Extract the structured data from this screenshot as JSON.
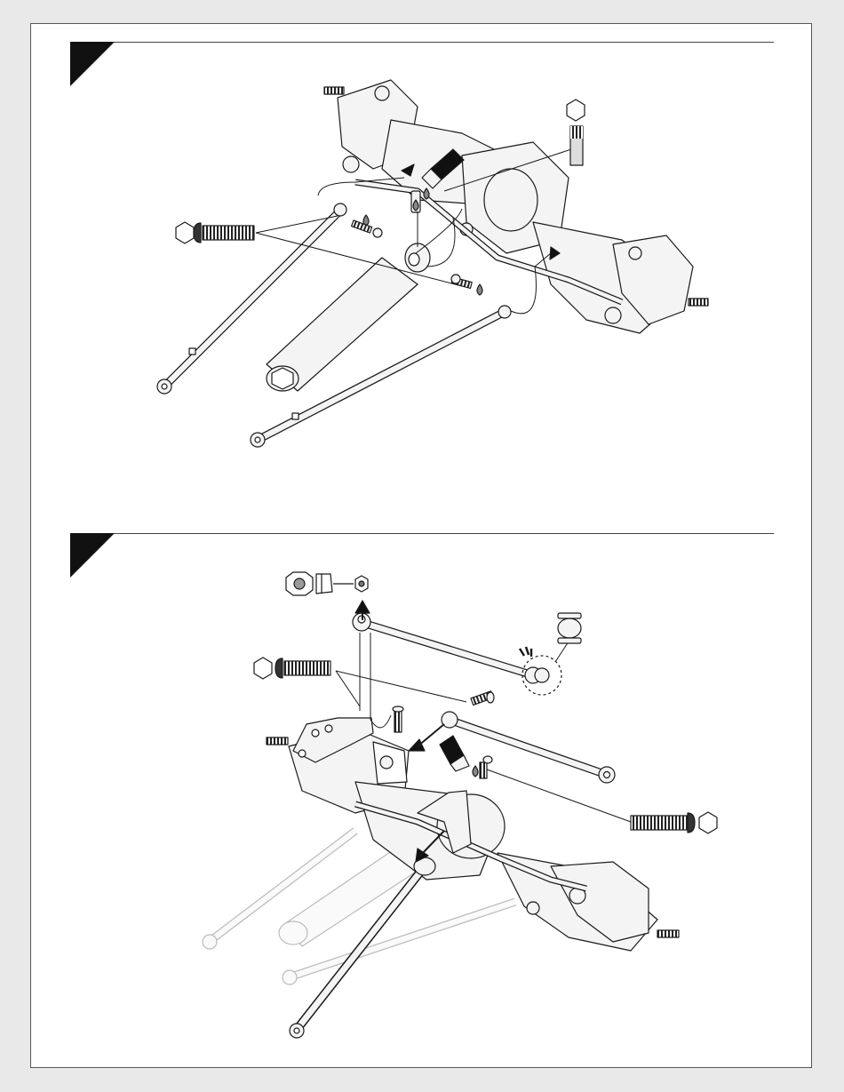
{
  "page": {
    "background": "#ffffff",
    "line_color": "#1a1a1a",
    "accent_fill": "#111111",
    "part_fill": "#f4f4f4",
    "screw_fill": "#333333"
  },
  "steps": [
    {
      "step_number": "",
      "panel": "upper-link-and-axle-assembly",
      "parts": [
        {
          "name": "set-screw-callout",
          "icon": "hex-badge-icon",
          "qty": ""
        },
        {
          "name": "button-head-screw-callout",
          "icon": "hex-badge-icon",
          "qty": ""
        }
      ],
      "threadlock": true
    },
    {
      "step_number": "",
      "panel": "steering-link-assembly",
      "parts": [
        {
          "name": "nylon-nut-callout",
          "icon": "hex-nut-icon",
          "qty": ""
        },
        {
          "name": "ball-end-callout",
          "icon": "pivot-ball-icon",
          "qty": ""
        },
        {
          "name": "left-screw-callout",
          "icon": "hex-badge-icon",
          "qty": ""
        },
        {
          "name": "right-screw-callout",
          "icon": "hex-badge-icon",
          "qty": ""
        }
      ],
      "threadlock": true
    }
  ],
  "link_markings": [
    "",
    ""
  ]
}
